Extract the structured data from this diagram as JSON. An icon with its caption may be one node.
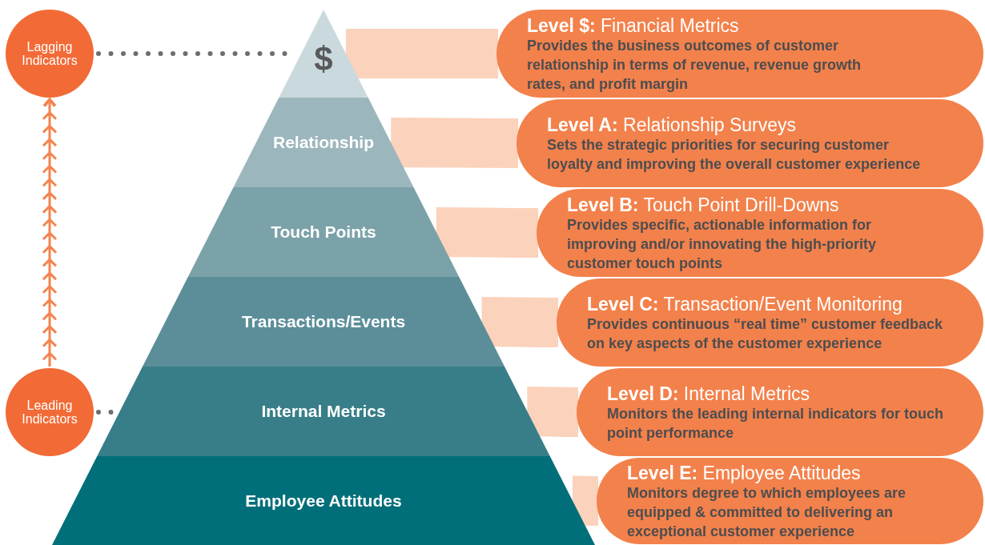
{
  "diagram": {
    "nodes": [
      {
        "text": [
          "Lagging Indicators"
        ]
      },
      {
        "text": [
          "Leading Indicators"
        ]
      },
      {
        "text": [
          "$"
        ]
      },
      {
        "text": [
          "Relationship"
        ]
      },
      {
        "text": [
          "Touch Points"
        ]
      },
      {
        "text": [
          "Transactions/Events"
        ]
      },
      {
        "text": [
          "Internal Metrics"
        ]
      },
      {
        "text": [
          "Employee Attitudes"
        ]
      },
      {
        "text": [
          "**Level $:** Financial Metrics",
          "Provides the business outcomes of customer relationship in terms of revenue, revenue growth rates, and profit margin"
        ]
      },
      {
        "text": [
          "**Level A:** Relationship Surveys",
          "Sets the strategic priorities for securing customer loyalty and improving the overall customer experience"
        ]
      },
      {
        "text": [
          "**Level B:** Touch Point Drill-Downs",
          "Provides specific, actionable information for improving and/or innovating the high-priority customer touch points"
        ]
      },
      {
        "text": [
          "**Level C:** Transaction/Event Monitoring",
          "Provides continuous “real time” customer feedback on key aspects of the customer experience"
        ]
      },
      {
        "text": [
          "**Level D:** Internal Metrics",
          "Monitors the leading internal indicators for touch point performance"
        ]
      },
      {
        "text": [
          "**Level E:** Employee Attitudes",
          "Monitors degree to which employees are equipped & committed to delivering an exceptional customer experience"
        ]
      }
    ],
    "edges": [
      {
        "from": 0,
        "to": 2,
        "arrow": "none",
        "style": "dashed",
        "color": "#6d6e71"
      },
      {
        "from": 1,
        "to": 6,
        "arrow": "none",
        "style": "dashed",
        "color": "#6d6e71"
      },
      {
        "from": 1,
        "to": 0,
        "arrow": "to",
        "color": "#f3844f"
      },
      {
        "from": 2,
        "to": 8,
        "arrow": "none"
      },
      {
        "from": 3,
        "to": 9,
        "arrow": "none"
      },
      {
        "from": 4,
        "to": 10,
        "arrow": "none"
      },
      {
        "from": 5,
        "to": 11,
        "arrow": "none"
      },
      {
        "from": 6,
        "to": 12,
        "arrow": "none"
      },
      {
        "from": 7,
        "to": 13,
        "arrow": "none"
      }
    ]
  }
}
